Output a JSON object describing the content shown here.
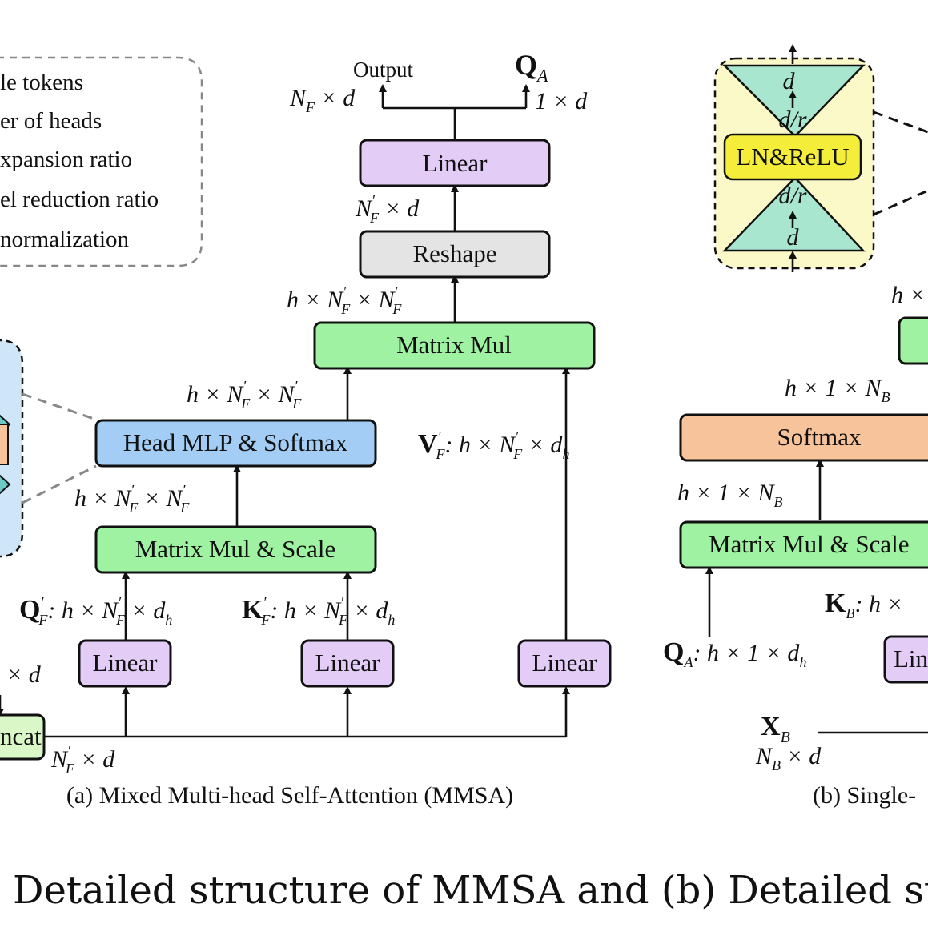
{
  "legend": {
    "lines": [
      "le tokens",
      "er of heads",
      "xpansion ratio",
      "el reduction ratio",
      "normalization"
    ]
  },
  "mmsa": {
    "output_label": "Output",
    "output_dim": "N_F × d",
    "qa_label": "Q_A",
    "qa_dim": "1 × d",
    "linear_top": "Linear",
    "dim_after_reshape": "N'_F × d",
    "reshape": "Reshape",
    "dim_attn": "h × N'_F × N'_F",
    "matrix_mul": "Matrix Mul",
    "dim_head_out": "h × N'_F × N'_F",
    "head_mlp": "Head MLP & Softmax",
    "v_label": "V'_F: h × N'_F × d_h",
    "dim_scale_out": "h × N'_F × N'_F",
    "matrix_mul_scale": "Matrix Mul & Scale",
    "q_label": "Q'_F: h × N'_F × d_h",
    "k_label": "K'_F: h × N'_F × d_h",
    "linear_q": "Linear",
    "linear_k": "Linear",
    "linear_v": "Linear",
    "concat": "ncat",
    "concat_dim_left": "× d",
    "concat_dim": "N'_F × d",
    "caption": "(a) Mixed Multi-head Self-Attention (MMSA)"
  },
  "bottleneck": {
    "top_dim": "d",
    "inner_top_dim": "d/r",
    "center": "LN&ReLU",
    "inner_bottom_dim": "d/r",
    "bottom_dim": "d"
  },
  "single": {
    "dim_top_partial": "h ×",
    "dim_softmax_out": "h × 1 × N_B",
    "softmax": "Softmax",
    "dim_scale_out": "h × 1 × N_B",
    "matrix_mul_scale": "Matrix Mul & Scale",
    "k_label": "K_B: h ×",
    "q_label": "Q_A: h × 1 × d_h",
    "linear_partial": "Lin",
    "xb_label": "X_B",
    "xb_dim": "N_B × d",
    "caption": "(b) Single-"
  },
  "figure_caption": "Detailed structure of MMSA and (b) Detailed st"
}
